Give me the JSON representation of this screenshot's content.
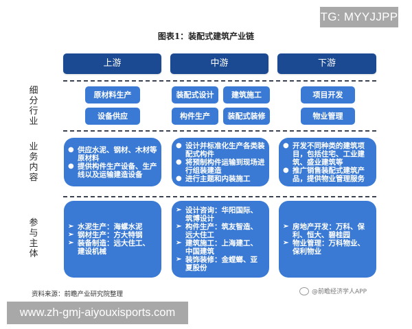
{
  "badges": {
    "tg": "TG: MYYJJPP",
    "site": "www.zh-gmj-aiyouxisports.com"
  },
  "title": "图表1：装配式建筑产业链",
  "stages": [
    {
      "label": "上游"
    },
    {
      "label": "中游"
    },
    {
      "label": "下游"
    }
  ],
  "row_labels": {
    "segments": [
      "细",
      "分",
      "行",
      "业"
    ],
    "business": [
      "业",
      "务",
      "内",
      "容"
    ],
    "participants": [
      "参",
      "与",
      "主",
      "体"
    ]
  },
  "segments": {
    "upstream": [
      "原材料生产",
      "设备供应"
    ],
    "midstream": [
      "装配式设计",
      "建筑施工",
      "构件生产",
      "装配式装修"
    ],
    "downstream": [
      "项目开发",
      "物业管理"
    ]
  },
  "business": {
    "bullet_icon": "●",
    "upstream": [
      "供应水泥、钢材、木材等原材料",
      "提供构件生产设备、生产线以及运输建造设备"
    ],
    "midstream": [
      "设计并标准化生产各类装配式构件",
      "将预制构件运输到现场进行组装建造",
      "进行主题和内装施工"
    ],
    "downstream": [
      "开发不同种类的建筑项目，包括住宅、工业建筑、盛业建筑等",
      "推广销售装配式建筑产品，提供物业管理服务"
    ]
  },
  "participants": {
    "bullet_icon": "➢",
    "upstream": [
      "水泥生产：海螺水泥",
      "钢材生产：方大特钢",
      "装备制造：远大住工、建设机械"
    ],
    "midstream": [
      "设计咨询：华阳国际、筑博设计",
      "构件生产：筑友智造、远大住工",
      "建筑施工：上海建工、中国建筑",
      "装饰装修：金螳螂、亚夏股份"
    ],
    "downstream": [
      "房地产开发：万科、保利、恒大、碧桂园",
      "物业管理：万科物业、保利物业"
    ]
  },
  "footer": {
    "source": "资料来源：前瞻产业研究院整理",
    "weibo": "@前瞻经济学人APP"
  },
  "colors": {
    "header_blue": "#1c4a92",
    "box_blue": "#3b7ad4",
    "dash": "#3a4150",
    "badge_gray": "#a8a8a8"
  }
}
